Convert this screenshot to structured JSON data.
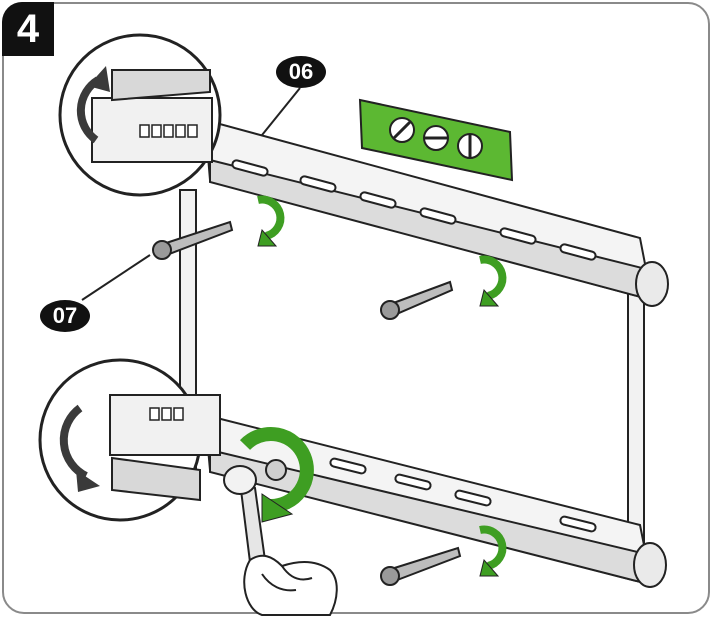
{
  "step": {
    "number": "4"
  },
  "callouts": {
    "bracket_part": "06",
    "screw_part": "07"
  },
  "colors": {
    "accent": "#4aa82a",
    "accent_dark": "#2f7d18",
    "line": "#222222"
  },
  "icons": [
    "rotate-arrow-icon",
    "wrench-icon",
    "hand-icon",
    "level-tool-icon",
    "screw-icon"
  ]
}
